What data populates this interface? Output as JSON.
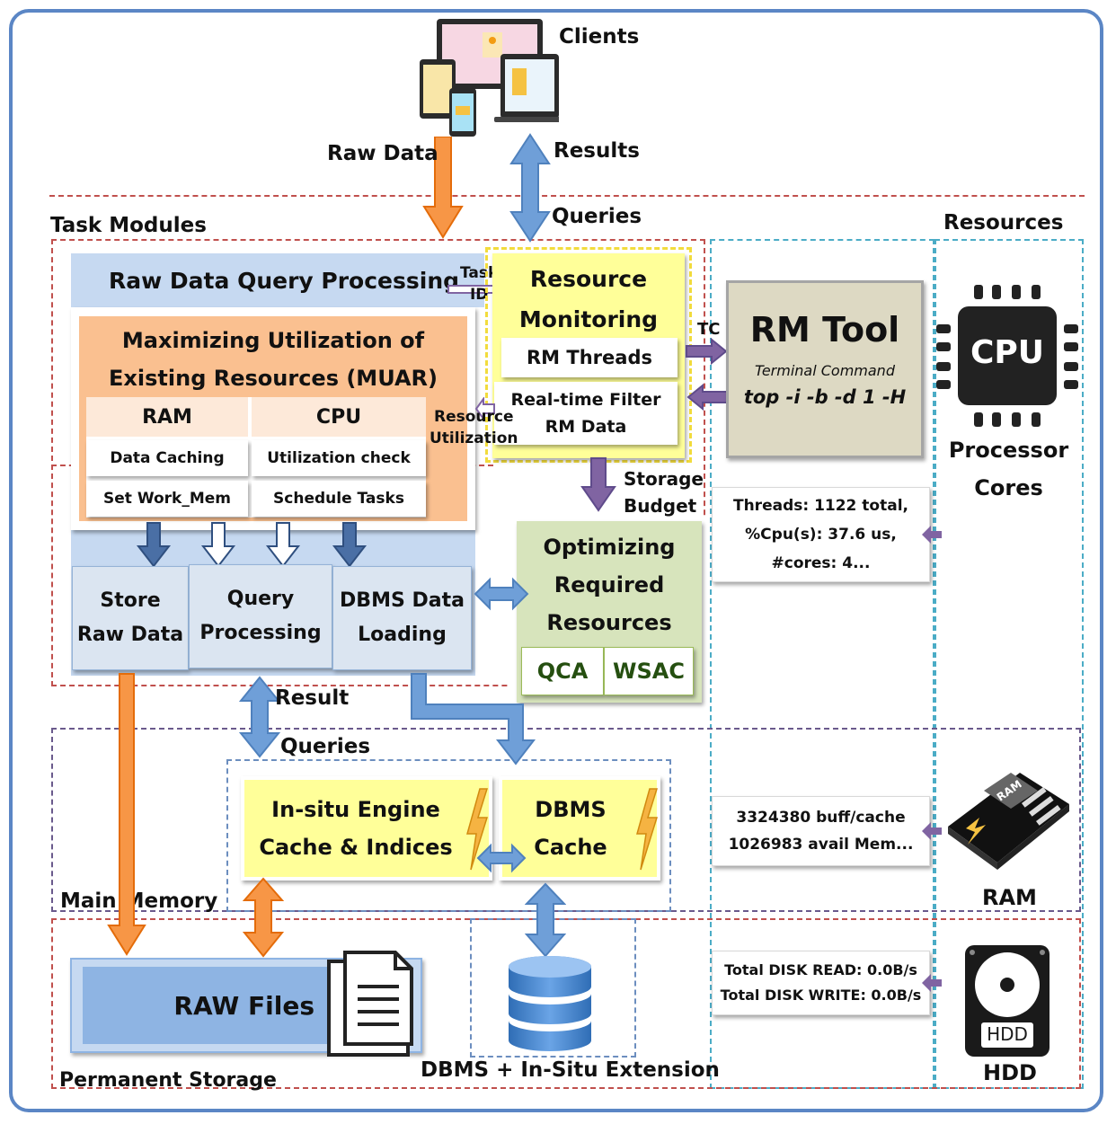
{
  "clients": {
    "label": "Clients"
  },
  "flows": {
    "raw_data": "Raw Data",
    "results": "Results",
    "queries_top": "Queries",
    "task_id": "Task\nID",
    "tc": "TC",
    "resource_utilization": "Resource\nUtilization",
    "storage_budget": "Storage\nBudget",
    "result": "Result",
    "queries_mid": "Queries"
  },
  "sections": {
    "task_modules": "Task Modules",
    "resources": "Resources",
    "main_memory": "Main Memory",
    "permanent_storage": "Permanent Storage"
  },
  "raw_query": {
    "title": "Raw Data Query Processing"
  },
  "muar": {
    "title": "Maximizing Utilization of\nExisting Resources (MUAR)",
    "ram_header": "RAM",
    "cpu_header": "CPU",
    "ram_items": [
      "Data Caching",
      "Set Work_Mem"
    ],
    "cpu_items": [
      "Utilization check",
      "Schedule Tasks"
    ]
  },
  "bottom_modules": {
    "store": "Store\nRaw Data",
    "query": "Query\nProcessing",
    "dbms": "DBMS Data\nLoading"
  },
  "resource_monitoring": {
    "title": "Resource\nMonitoring",
    "threads": "RM Threads",
    "filter": "Real-time Filter\nRM Data"
  },
  "rm_tool": {
    "title": "RM Tool",
    "subtitle": "Terminal Command",
    "command": "top -i -b -d 1 -H"
  },
  "optimizing": {
    "title": "Optimizing\nRequired\nResources",
    "qca": "QCA",
    "wsac": "WSAC"
  },
  "stats": {
    "cpu": "Threads: 1122 total,\n%Cpu(s): 37.6 us,\n#cores: 4...",
    "ram": "3324380 buff/cache\n1026983 avail Mem...",
    "disk": "Total DISK READ: 0.0B/s\nTotal DISK WRITE: 0.0B/s"
  },
  "resources": {
    "cpu_chip": "CPU",
    "processor": "Processor\nCores",
    "ram_chip": "RAM",
    "ram": "RAM",
    "hdd_chip": "HDD",
    "hdd": "HDD"
  },
  "memory": {
    "insitu": "In-situ Engine\nCache & Indices",
    "dbms_cache": "DBMS\nCache"
  },
  "storage": {
    "raw_files": "RAW Files",
    "dbms_ext": "DBMS + In-Situ Extension"
  },
  "colors": {
    "frame": "#5b86c5",
    "orange_arrow": "#f79646",
    "blue_arrow": "#6f9fd8",
    "purple_arrow": "#8064a2",
    "yellow": "#ffff99",
    "orange_box": "#fac090",
    "green_box": "#d7e4bc",
    "rm_tool": "#ddd9c3",
    "light_blue": "#c6d9f1"
  }
}
